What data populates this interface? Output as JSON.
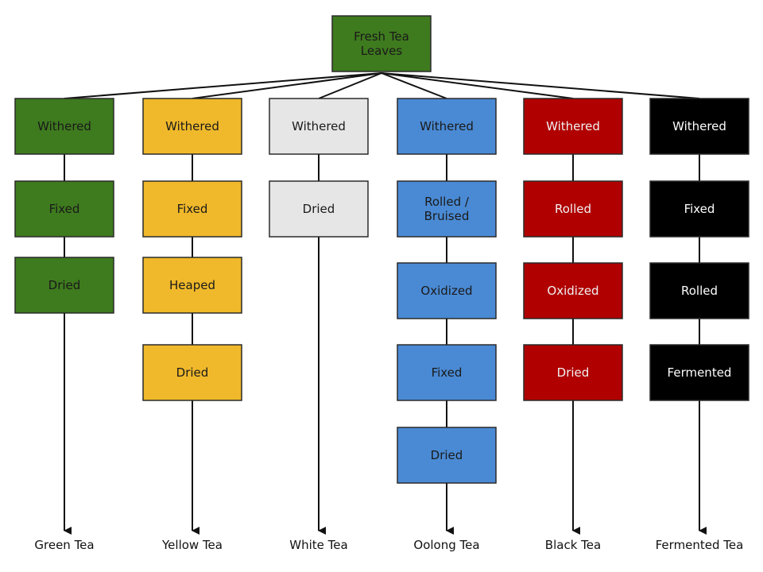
{
  "root": {
    "lines": [
      "Fresh Tea",
      "Leaves"
    ],
    "color": "#3e7a1e"
  },
  "columns": [
    {
      "label": "Green Tea",
      "color": "#3e7a1e",
      "text_color": "#1a1a1a",
      "steps": [
        [
          "Withered"
        ],
        [
          "Fixed"
        ],
        [
          "Dried"
        ]
      ]
    },
    {
      "label": "Yellow Tea",
      "color": "#f0b92b",
      "text_color": "#1a1a1a",
      "steps": [
        [
          "Withered"
        ],
        [
          "Fixed"
        ],
        [
          "Heaped"
        ],
        [
          "Dried"
        ]
      ]
    },
    {
      "label": "White Tea",
      "color": "#e6e6e6",
      "text_color": "#1a1a1a",
      "steps": [
        [
          "Withered"
        ],
        [
          "Dried"
        ]
      ]
    },
    {
      "label": "Oolong Tea",
      "color": "#4a8ad4",
      "text_color": "#1a1a1a",
      "steps": [
        [
          "Withered"
        ],
        [
          "Rolled /",
          "Bruised"
        ],
        [
          "Oxidized"
        ],
        [
          "Fixed"
        ],
        [
          "Dried"
        ]
      ]
    },
    {
      "label": "Black Tea",
      "color": "#b00000",
      "text_color": "#f2f2f2",
      "steps": [
        [
          "Withered"
        ],
        [
          "Rolled"
        ],
        [
          "Oxidized"
        ],
        [
          "Dried"
        ]
      ]
    },
    {
      "label": "Fermented Tea",
      "color": "#000000",
      "text_color": "#ffffff",
      "steps": [
        [
          "Withered"
        ],
        [
          "Fixed"
        ],
        [
          "Rolled"
        ],
        [
          "Fermented"
        ]
      ]
    }
  ]
}
